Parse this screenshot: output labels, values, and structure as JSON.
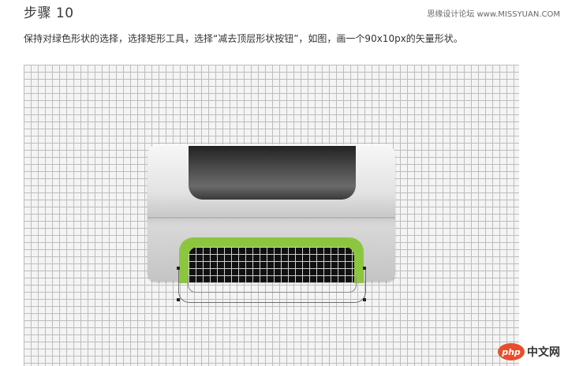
{
  "header": {
    "title": "步骤 10",
    "watermark": "思缘设计论坛 www.MISSYUAN.COM"
  },
  "content": {
    "instruction": "保持对绿色形状的选择，选择矩形工具，选择“减去顶层形状按钮”，如图，画一个90x10px的矢量形状。"
  },
  "illustration": {
    "tray_color": "#8cc63e",
    "grid_color": "#bdbdbd"
  },
  "footer": {
    "logo_text": "php",
    "site_name": "中文网"
  }
}
